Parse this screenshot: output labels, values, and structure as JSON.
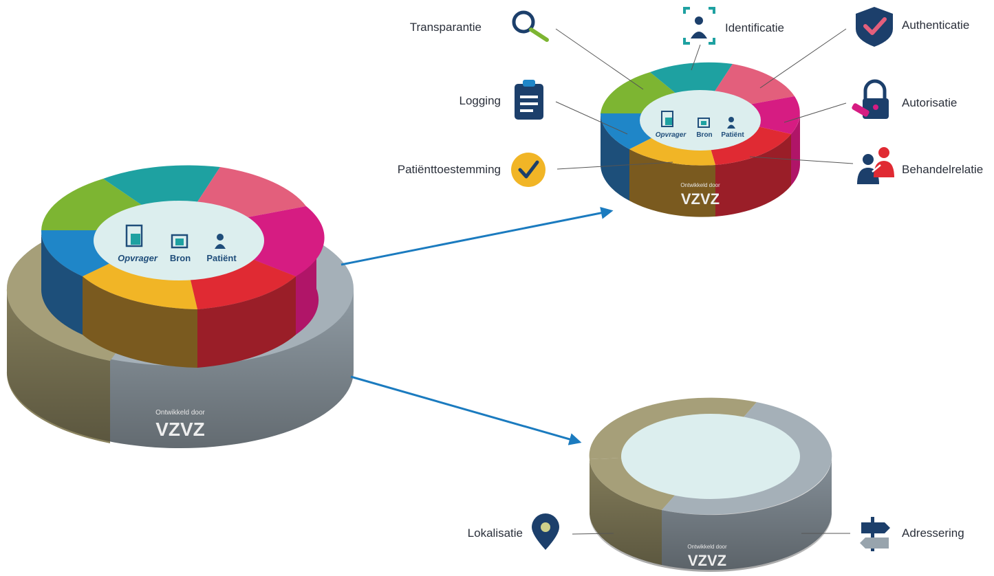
{
  "colors": {
    "teal": "#1ea1a1",
    "pink": "#e35f7c",
    "magenta": "#d61c82",
    "red": "#e02a33",
    "yellow": "#f1b526",
    "blue": "#1f86c8",
    "green": "#7db532",
    "olive": "#a69f79",
    "grey": "#98a4ad",
    "center": "#dceeee",
    "navy": "#1c3f6b",
    "arrow": "#1b7bbf"
  },
  "center_labels": {
    "opvrager": "Opvrager",
    "bron": "Bron",
    "patient": "Patiënt"
  },
  "brand": {
    "small": "Ontwikkeld door",
    "big": "VZVZ"
  },
  "top_disc_labels": {
    "transparantie": "Transparantie",
    "identificatie": "Identificatie",
    "authenticatie": "Authenticatie",
    "logging": "Logging",
    "autorisatie": "Autorisatie",
    "patienttoestemming": "Patiënttoestemming",
    "behandelrelatie": "Behandelrelatie"
  },
  "bottom_disc_labels": {
    "lokalisatie": "Lokalisatie",
    "adressering": "Adressering"
  },
  "icons": {
    "transparantie": "magnifier-icon",
    "identificatie": "person-scan-icon",
    "authenticatie": "shield-check-icon",
    "logging": "clipboard-icon",
    "autorisatie": "padlock-key-icon",
    "patienttoestemming": "check-badge-icon",
    "behandelrelatie": "two-persons-icon",
    "lokalisatie": "map-pin-icon",
    "adressering": "signpost-icon"
  }
}
